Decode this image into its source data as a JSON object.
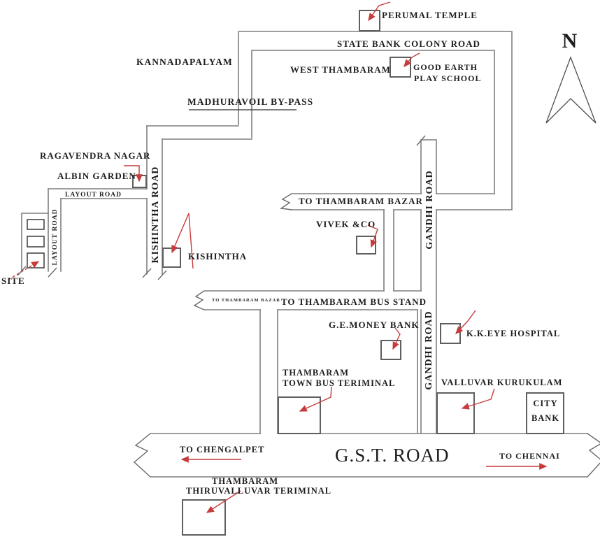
{
  "colors": {
    "background": "#ffffff",
    "road": "#7e7e7e",
    "box": "#5f5f5f",
    "text": "#1e1e1e",
    "arrow": "#c63c3c"
  },
  "compass": {
    "north": "N"
  },
  "areas": {
    "kannadapalyam": "KANNADAPALYAM",
    "west_thambaram": "WEST THAMBARAM"
  },
  "roads": {
    "state_bank_colony": "STATE BANK COLONY ROAD",
    "madhuravoil_bypass": "MADHURAVOIL BY-PASS",
    "layout_road_horizontal": "LAYOUT ROAD",
    "layout_road_vertical": "LAYOUT ROAD",
    "kishintha_road": "KISHINTHA ROAD",
    "gandhi_road_upper": "GANDHI ROAD",
    "gandhi_road_lower": "GANDHI ROAD",
    "gst_road": "G.S.T. ROAD"
  },
  "directions": {
    "to_thambaram_bazar": "TO THAMBARAM BAZAR",
    "to_thambaram_bazar_small": "TO THAMBARAM BAZAR",
    "to_thambaram_bus_stand": "TO THAMBARAM BUS STAND",
    "to_chengalpet": "TO CHENGALPET",
    "to_chennai": "TO CHENNAI"
  },
  "places": {
    "perumal_temple": "PERUMAL TEMPLE",
    "good_earth_line1": "GOOD EARTH",
    "good_earth_line2": "PLAY SCHOOL",
    "ragavendra_nagar": "RAGAVENDRA NAGAR",
    "albin_garden": "ALBIN GARDEN",
    "kishintha": "KISHINTHA",
    "site": "SITE",
    "vivek_co": "VIVEK &CO",
    "ge_money_bank": "G.E.MONEY BANK",
    "town_terminal_line1": "THAMBARAM",
    "town_terminal_line2": "TOWN BUS TERIMINAL",
    "kk_eye_hospital": "K.K.EYE HOSPITAL",
    "valluvar_kurukulam": "VALLUVAR KURUKULAM",
    "city_bank_line1": "CITY",
    "city_bank_line2": "BANK",
    "thiruvalluvar_line1": "THAMBARAM",
    "thiruvalluvar_line2": "THIRUVALLUVAR TERIMINAL"
  }
}
